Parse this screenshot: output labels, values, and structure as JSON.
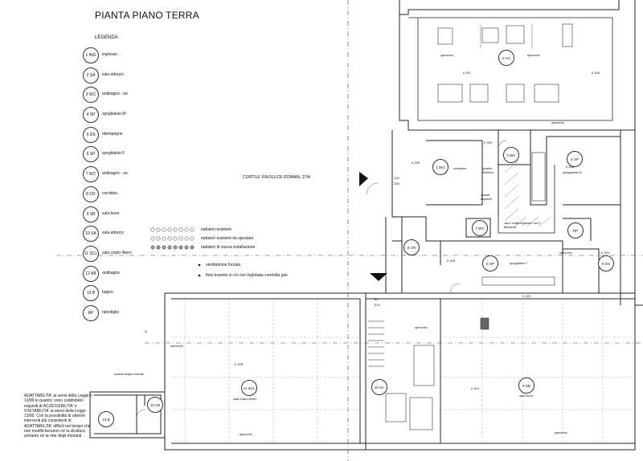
{
  "title": "PIANTA PIANO TERRA",
  "legend": {
    "heading": "LEGENDA",
    "items": [
      {
        "code": "1 ING",
        "label": "ingresso"
      },
      {
        "code": "2 SA",
        "label": "sala attrezzi"
      },
      {
        "code": "3 WC",
        "label": "antibagno - wc"
      },
      {
        "code": "4 SP",
        "label": "spogliatoio M"
      },
      {
        "code": "5 DS",
        "label": "disimpegno"
      },
      {
        "code": "6 SP",
        "label": "spogliatoio F"
      },
      {
        "code": "7 WC",
        "label": "antibagno - wc"
      },
      {
        "code": "8 CR",
        "label": "corridoio"
      },
      {
        "code": "9 SB",
        "label": "sala boxe"
      },
      {
        "code": "10 SA",
        "label": "sala attrezzi"
      },
      {
        "code": "11 SCL",
        "label": "sala corpo libero"
      },
      {
        "code": "12 AB",
        "label": "antibagno"
      },
      {
        "code": "13 B",
        "label": "bagno"
      },
      {
        "code": "RP",
        "label": "ripostiglio"
      }
    ]
  },
  "symbols": {
    "radiatori_esistenti": "radiatori esistenti",
    "radiatori_spostare": "radiatori esistenti da spostare",
    "radiatori_nuova": "radiatori di nuova installazione",
    "ventilazione": "ventilazione forzata",
    "finto_travetto": "finto travetto in c/s con inglobata condotta gas"
  },
  "cortile": "CORTILE VIA FELICE ROMANI, 27/A",
  "note": "ADATTABILITA' ai sensi della Legge n 13/89 in quanto: sono soddisfatti i requisiti di ACCESSIBILITA' e VISITABILITA' ai sensi della Legge 13/89. Con la possibilità di ulteriori interventi più consistenti di ADATTABILITA' difficili nel tempo che non modificheranno nè la struttura portante nè la rete degli impianti",
  "rooms": {
    "ing": "1 ING",
    "sa2": "2 SA",
    "wc3": "3 WC",
    "sp4": "4 SP",
    "ds5": "5 DS",
    "sp6": "6 SP",
    "wc7": "7 WC",
    "cr8": "8 CR",
    "sb9": "9 SB",
    "sa10": "10 SA",
    "scl11": "11 SCL",
    "ab12": "12 AB",
    "b13": "13 B",
    "rp": "RP"
  },
  "labels": {
    "reception": "reception",
    "quadro_elettrico": "quadro elettrico",
    "quadri_impianti": "quadri impianti",
    "vano_scala": "vano scala ingresso via C. Maurizio",
    "spogliatoio_m": "spogliatoio M",
    "spogliatoio_f": "spogliatoio F",
    "sala_boxe": "sala boxe",
    "sala_corpo_libero": "sala corpo libero",
    "scaldaacqua": "scalda acqua murale",
    "specchio": "specchio",
    "h297": "h 297",
    "h306": "h 306",
    "h295": "h 295",
    "h309": "h 309",
    "h288": "h 288",
    "h328a": "h 328",
    "h229": "h 229",
    "h120": "h 120",
    "h314": "h 314",
    "h328b": "h 328",
    "dim120": "120",
    "dim205": "205",
    "dim80": "80",
    "dim210": "210",
    "axisA": "A"
  }
}
